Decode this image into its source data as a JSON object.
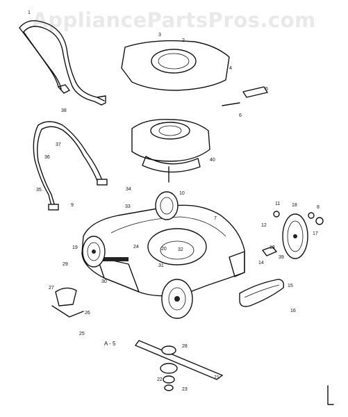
{
  "watermark": "AppliancePartsPros.com",
  "figure_code": "A - 5",
  "callouts": [
    "1",
    "2",
    "3",
    "4",
    "5",
    "6",
    "7",
    "8",
    "9",
    "10",
    "11",
    "12",
    "13",
    "14",
    "15",
    "16",
    "17",
    "18",
    "19",
    "20",
    "21",
    "22",
    "23",
    "24",
    "25",
    "26",
    "27",
    "28",
    "29",
    "30",
    "31",
    "32",
    "33",
    "34",
    "35",
    "36",
    "37",
    "38",
    "39",
    "40"
  ],
  "parts": [
    "handle",
    "handle-lower",
    "shroud",
    "engine",
    "deck",
    "wheel-front-left",
    "wheel-front-right",
    "wheel-rear-left",
    "wheel-rear-right",
    "blade",
    "blade-adapter",
    "deflector",
    "bracket"
  ]
}
